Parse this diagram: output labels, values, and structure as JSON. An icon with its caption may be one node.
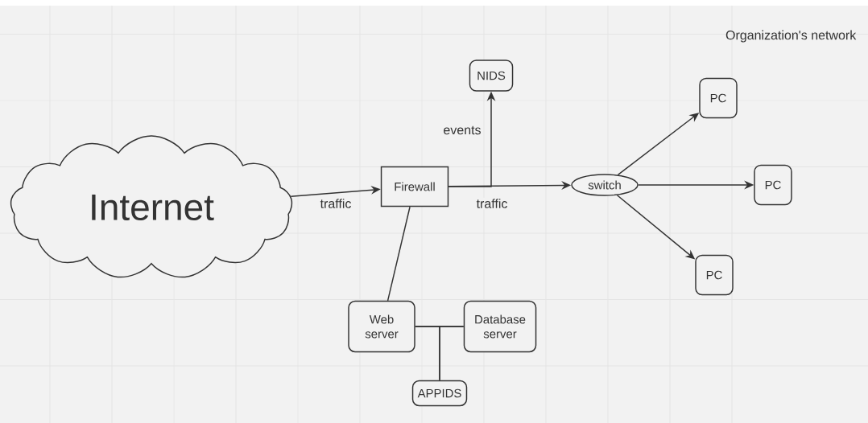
{
  "diagram": {
    "nodes": [
      {
        "text": [
          "Internet"
        ]
      },
      {
        "text": [
          "Firewall"
        ]
      },
      {
        "text": [
          "NIDS"
        ]
      },
      {
        "text": [
          "switch"
        ]
      },
      {
        "text": [
          "PC"
        ]
      },
      {
        "text": [
          "PC"
        ]
      },
      {
        "text": [
          "PC"
        ]
      },
      {
        "text": [
          "Web server"
        ]
      },
      {
        "text": [
          "Database server"
        ]
      },
      {
        "text": [
          "APPIDS"
        ]
      }
    ],
    "edges": [
      {
        "from": 0,
        "to": 1,
        "arrow": "to",
        "label": "traffic"
      },
      {
        "from": 1,
        "to": 3,
        "arrow": "to",
        "label": "traffic"
      },
      {
        "from": 1,
        "to": 2,
        "arrow": "to",
        "label": "events"
      },
      {
        "from": 3,
        "to": 4,
        "arrow": "to"
      },
      {
        "from": 3,
        "to": 5,
        "arrow": "to"
      },
      {
        "from": 3,
        "to": 6,
        "arrow": "to"
      },
      {
        "from": 1,
        "to": 7,
        "arrow": "none"
      },
      {
        "from": 7,
        "to": 8,
        "arrow": "none"
      },
      {
        "from": 9,
        "to": 7,
        "arrow": "none"
      },
      {
        "from": 9,
        "to": 8,
        "arrow": "none"
      }
    ],
    "labels": [
      "Organization's network"
    ]
  }
}
